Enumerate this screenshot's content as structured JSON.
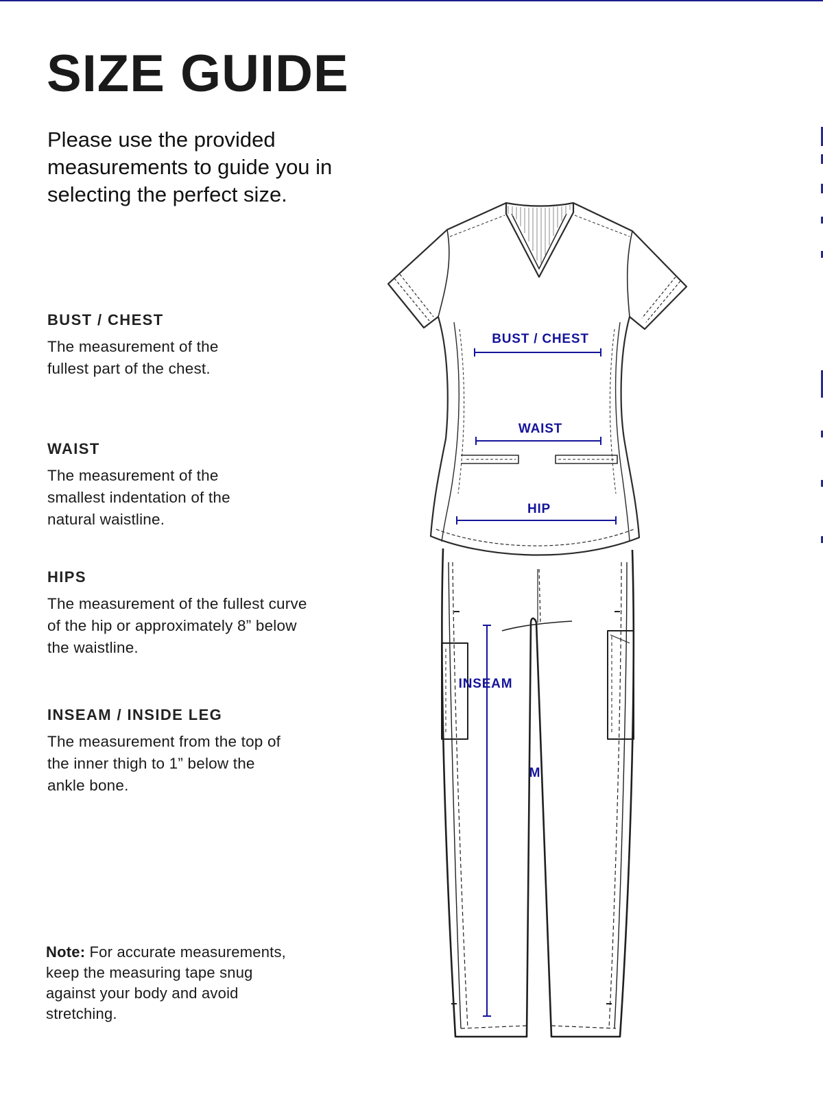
{
  "title": "SIZE GUIDE",
  "intro": "Please use the provided measurements to guide you in selecting the perfect size.",
  "sections": [
    {
      "heading": "BUST / CHEST",
      "text": "The measurement of the fullest part of the chest."
    },
    {
      "heading": "WAIST",
      "text": "The measurement of the smallest indentation of the natural waistline."
    },
    {
      "heading": "HIPS",
      "text": "The measurement of the fullest curve of the hip or approximately 8” below the waistline."
    },
    {
      "heading": "INSEAM / INSIDE LEG",
      "text": "The measurement from the top of the inner thigh to 1” below the ankle bone."
    }
  ],
  "note": {
    "label": "Note:",
    "text": "For accurate measurements, keep the measuring tape snug against your body and avoid stretching."
  },
  "diagram": {
    "labels": {
      "bust": "BUST / CHEST",
      "waist": "WAIST",
      "hip": "HIP",
      "inseam": "INSEAM",
      "tag": "M"
    }
  },
  "colors": {
    "measure": "#14149a",
    "outline": "#2b2b2b",
    "text": "#1a1a1a"
  }
}
